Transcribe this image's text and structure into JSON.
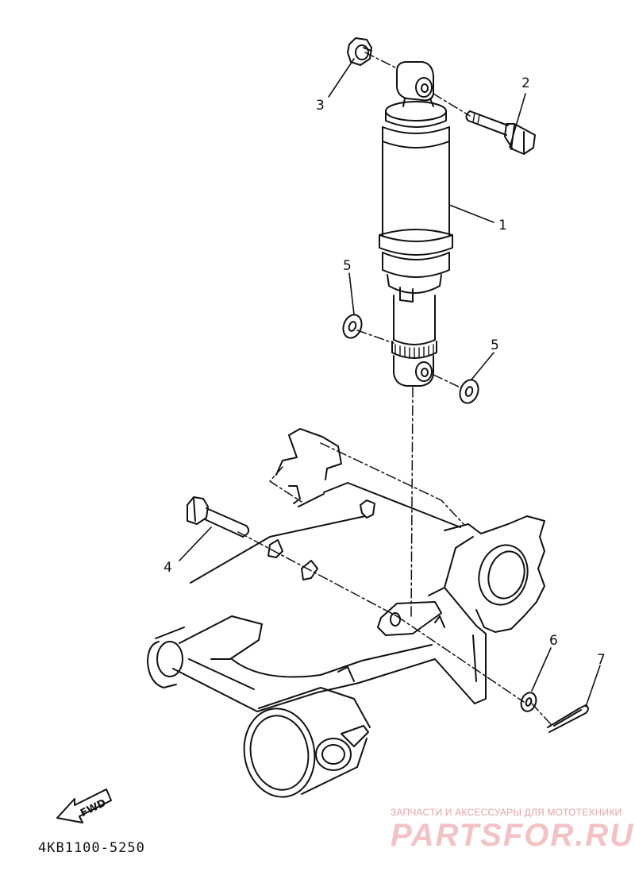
{
  "callouts": [
    {
      "id": "1",
      "label": "1"
    },
    {
      "id": "2",
      "label": "2"
    },
    {
      "id": "3",
      "label": "3"
    },
    {
      "id": "4",
      "label": "4"
    },
    {
      "id": "5a",
      "label": "5"
    },
    {
      "id": "5b",
      "label": "5"
    },
    {
      "id": "6",
      "label": "6"
    },
    {
      "id": "7",
      "label": "7"
    }
  ],
  "direction_arrow": {
    "label": "FWD"
  },
  "diagram_code": "4KB1100-5250",
  "watermark": {
    "subtitle": "ЗАПЧАСТИ И АКСЕССУАРЫ ДЛЯ МОТОТЕХНИКИ",
    "logo": "PARTSFOR.RU"
  },
  "colors": {
    "line": "#111111",
    "watermark": "#e8a0a5"
  }
}
